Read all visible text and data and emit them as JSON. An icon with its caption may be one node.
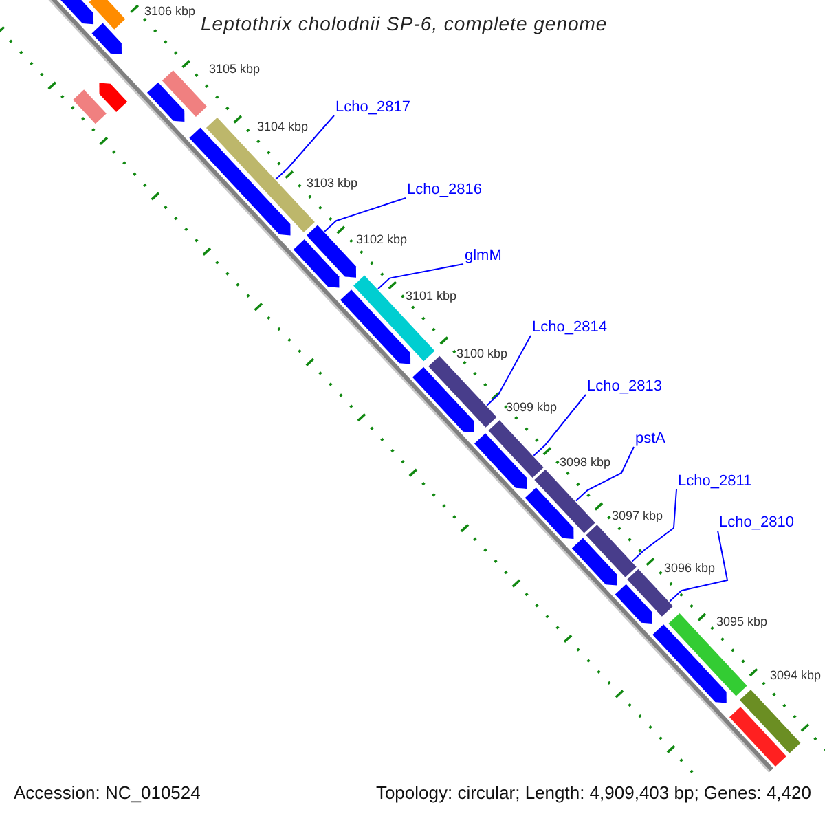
{
  "diagram": {
    "title": "Leptothrix cholodnii SP-6, complete genome",
    "nodes": [
      {
        "text": [
          "Lcho_2817"
        ]
      },
      {
        "text": [
          "Lcho_2816"
        ]
      },
      {
        "text": [
          "glmM"
        ]
      },
      {
        "text": [
          "Lcho_2814"
        ]
      },
      {
        "text": [
          "Lcho_2813"
        ]
      },
      {
        "text": [
          "pstA"
        ]
      },
      {
        "text": [
          "Lcho_2811"
        ]
      },
      {
        "text": [
          "Lcho_2810"
        ]
      },
      {
        "text": [],
        "shape": "arrow"
      },
      {
        "text": [],
        "shape": "bar"
      },
      {
        "text": [],
        "shape": "bar"
      },
      {
        "text": [],
        "shape": "arrow"
      },
      {
        "text": [],
        "shape": "arrow"
      },
      {
        "text": [],
        "shape": "bar"
      },
      {
        "text": [],
        "shape": "arrow"
      },
      {
        "text": [],
        "shape": "arrow"
      },
      {
        "text": [],
        "shape": "bar"
      },
      {
        "text": [],
        "shape": "arrow"
      },
      {
        "text": [],
        "shape": "arrow"
      },
      {
        "text": [],
        "shape": "bar"
      },
      {
        "text": [],
        "shape": "arrow"
      },
      {
        "text": [],
        "shape": "bar"
      },
      {
        "text": [],
        "shape": "arrow"
      },
      {
        "text": [],
        "shape": "bar"
      },
      {
        "text": [],
        "shape": "arrow"
      },
      {
        "text": [],
        "shape": "bar"
      },
      {
        "text": [],
        "shape": "arrow"
      },
      {
        "text": [],
        "shape": "bar"
      },
      {
        "text": [],
        "shape": "arrow"
      },
      {
        "text": [],
        "shape": "bar"
      },
      {
        "text": [],
        "shape": "arrow"
      },
      {
        "text": [],
        "shape": "bar"
      },
      {
        "text": [],
        "shape": "arrow"
      },
      {
        "text": [],
        "shape": "bar"
      },
      {
        "text": [],
        "shape": "bar"
      }
    ],
    "edges": [
      {
        "from": 0,
        "to": 16,
        "arrow": "none"
      },
      {
        "from": 1,
        "to": 17,
        "arrow": "none"
      },
      {
        "from": 2,
        "to": 19,
        "arrow": "none"
      },
      {
        "from": 3,
        "to": 21,
        "arrow": "none"
      },
      {
        "from": 4,
        "to": 23,
        "arrow": "none"
      },
      {
        "from": 5,
        "to": 25,
        "arrow": "none"
      },
      {
        "from": 6,
        "to": 27,
        "arrow": "none"
      },
      {
        "from": 7,
        "to": 29,
        "arrow": "none"
      }
    ],
    "labels": [
      "3106 kbp",
      "3105 kbp",
      "3104 kbp",
      "3103 kbp",
      "3102 kbp",
      "3101 kbp",
      "3100 kbp",
      "3099 kbp",
      "3098 kbp",
      "3097 kbp",
      "3096 kbp",
      "3095 kbp",
      "3094 kbp",
      "Accession: NC_010524",
      "Topology: circular; Length: 4,909,403 bp; Genes: 4,420"
    ]
  }
}
